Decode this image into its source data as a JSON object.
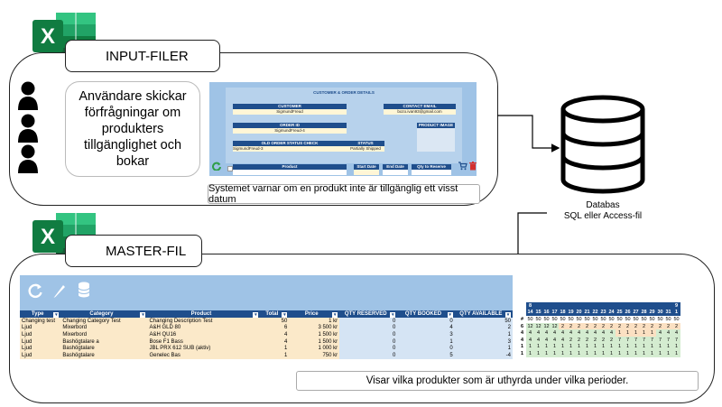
{
  "input_section": {
    "title": "INPUT-FILER",
    "user_text": "Användare skickar förfrågningar om produkters tillgänglighet och bokar",
    "note": "Systemet varnar om en produkt inte är tillgänglig ett visst datum",
    "form": {
      "title": "CUSTOMER & ORDER DETAILS",
      "customer_label": "CUSTOMER",
      "customer_value": "SigmundFreud",
      "email_label": "CONTACT EMAIL",
      "email_value": "bozo.ivan93@gmail.com",
      "order_label": "ORDER ID",
      "order_value": "SigmundFreud-4",
      "image_label": "PRODUCT IMAGE",
      "old_status_label": "OLD ORDER STATUS CHECK",
      "status_label": "STATUS",
      "old_status_value": "SigmundFreud-3",
      "status_value": "Partially Shipped",
      "col_product": "Product",
      "col_start": "Start Date",
      "col_end": "End Date",
      "col_qty": "Qty to Reserve"
    }
  },
  "database": {
    "label_line1": "Databas",
    "label_line2": "SQL eller Access-fil"
  },
  "master_section": {
    "title": "MASTER-FIL",
    "note": "Visar vilka produkter som är uthyrda under vilka perioder.",
    "table": {
      "headers": [
        "Type",
        "Category",
        "Product",
        "Total",
        "Price",
        "QTY RESERVED",
        "QTY BOOKED",
        "QTY AVAILABLE"
      ],
      "rows": [
        [
          "Changing test",
          "Changing Category Test",
          "Changing Description Test",
          "50",
          "1 kr",
          "0",
          "0",
          "50"
        ],
        [
          "Ljud",
          "Mixerbord",
          "A&H GLD 80",
          "6",
          "3 500 kr",
          "0",
          "4",
          "2"
        ],
        [
          "Ljud",
          "Mixerbord",
          "A&H QU16",
          "4",
          "1 500 kr",
          "0",
          "3",
          "1"
        ],
        [
          "Ljud",
          "Bashögtalare a",
          "Bose F1 Bass",
          "4",
          "1 500 kr",
          "0",
          "1",
          "3"
        ],
        [
          "Ljud",
          "Bashögtalare",
          "JBL PRX 612 SUB (aktiv)",
          "1",
          "1 000 kr",
          "0",
          "0",
          "1"
        ],
        [
          "Ljud",
          "Bashögtalare",
          "Genelec Bas",
          "1",
          "750 kr",
          "0",
          "5",
          "-4"
        ]
      ]
    },
    "calendar": {
      "month_row": [
        "8",
        "",
        "",
        "",
        "",
        "",
        "",
        "",
        "",
        "",
        "",
        "",
        "",
        "",
        "",
        "",
        "",
        "",
        "9"
      ],
      "day_row": [
        "14",
        "15",
        "16",
        "17",
        "18",
        "19",
        "20",
        "21",
        "22",
        "23",
        "24",
        "25",
        "26",
        "27",
        "28",
        "29",
        "30",
        "31",
        "1"
      ],
      "row_labels": [
        "#",
        "6",
        "4",
        "4",
        "1",
        "1"
      ],
      "rows": [
        [
          "50",
          "50",
          "50",
          "50",
          "50",
          "50",
          "50",
          "50",
          "50",
          "50",
          "50",
          "50",
          "50",
          "50",
          "50",
          "50",
          "50",
          "50",
          "50"
        ],
        [
          "12",
          "12",
          "12",
          "12",
          "2",
          "2",
          "2",
          "2",
          "2",
          "2",
          "2",
          "2",
          "2",
          "2",
          "2",
          "2",
          "2",
          "2",
          "2"
        ],
        [
          "4",
          "4",
          "4",
          "4",
          "4",
          "4",
          "4",
          "4",
          "4",
          "4",
          "4",
          "1",
          "1",
          "1",
          "1",
          "1",
          "4",
          "4",
          "4"
        ],
        [
          "4",
          "4",
          "4",
          "4",
          "4",
          "2",
          "2",
          "2",
          "2",
          "2",
          "2",
          "7",
          "7",
          "7",
          "7",
          "7",
          "7",
          "7",
          "7"
        ],
        [
          "1",
          "1",
          "1",
          "1",
          "1",
          "1",
          "1",
          "1",
          "1",
          "1",
          "1",
          "1",
          "1",
          "1",
          "1",
          "1",
          "1",
          "1",
          "1"
        ],
        [
          "1",
          "1",
          "1",
          "1",
          "1",
          "1",
          "1",
          "1",
          "1",
          "1",
          "1",
          "1",
          "1",
          "1",
          "1",
          "1",
          "1",
          "1",
          "1"
        ]
      ]
    }
  },
  "colors": {
    "excel_green": "#1e7145",
    "header_blue": "#1f4e8c",
    "panel_blue": "#9fc3e6",
    "row_yellow": "#fbe9c9",
    "cal_green": "#d4ecd0",
    "cal_orange": "#fbe0c2"
  }
}
